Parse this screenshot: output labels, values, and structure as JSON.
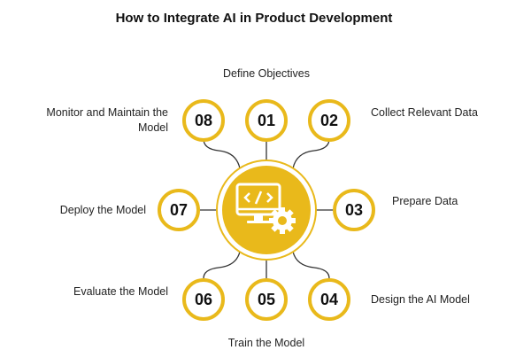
{
  "title": "How to Integrate AI in Product Development",
  "colors": {
    "accent": "#e9b91b",
    "connector": "#333333",
    "text": "#222222"
  },
  "center_icon": "code-monitor-gear-icon",
  "steps": [
    {
      "number": "01",
      "label": "Define Objectives"
    },
    {
      "number": "02",
      "label": "Collect Relevant Data"
    },
    {
      "number": "03",
      "label": "Prepare Data"
    },
    {
      "number": "04",
      "label": "Design the AI Model"
    },
    {
      "number": "05",
      "label": "Train the Model"
    },
    {
      "number": "06",
      "label": "Evaluate the Model"
    },
    {
      "number": "07",
      "label": "Deploy the Model"
    },
    {
      "number": "08",
      "label": "Monitor and Maintain the Model"
    }
  ]
}
